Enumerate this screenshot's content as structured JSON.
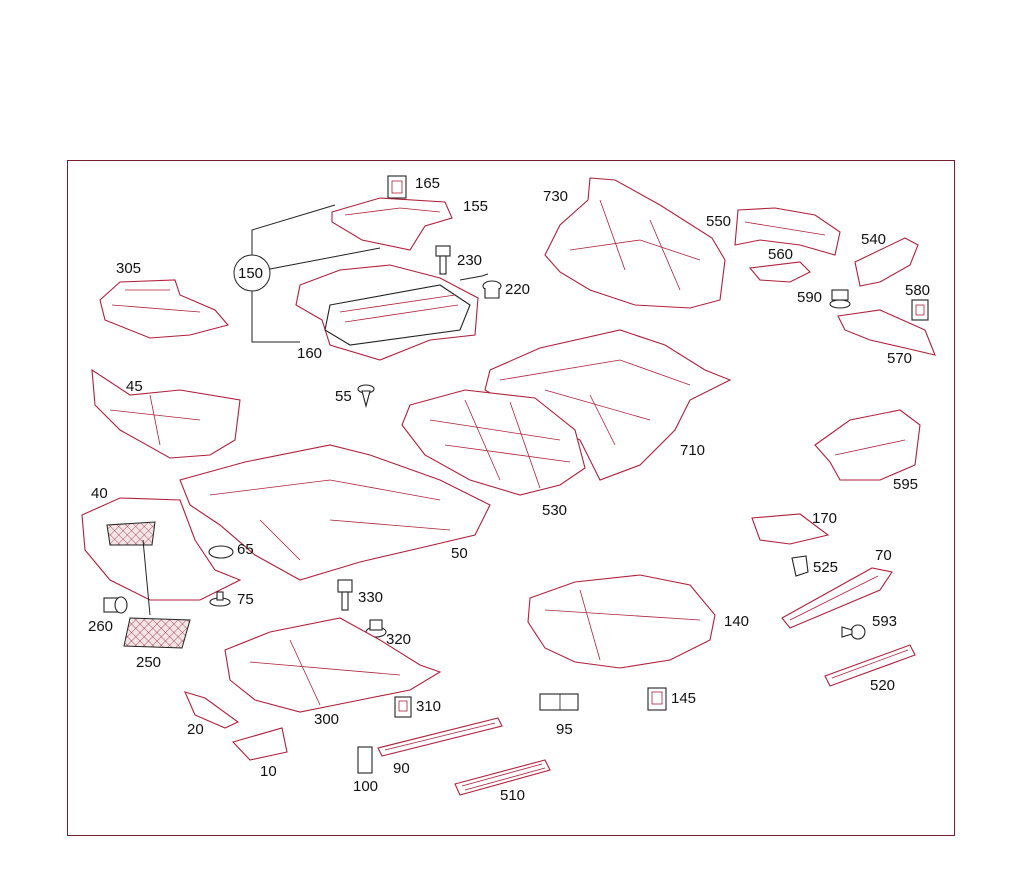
{
  "diagram": {
    "callouts": [
      "165",
      "155",
      "150",
      "230",
      "220",
      "160",
      "305",
      "45",
      "55",
      "730",
      "550",
      "560",
      "540",
      "590",
      "580",
      "570",
      "710",
      "595",
      "530",
      "50",
      "40",
      "65",
      "75",
      "260",
      "250",
      "330",
      "320",
      "300",
      "310",
      "20",
      "10",
      "100",
      "90",
      "95",
      "145",
      "510",
      "140",
      "170",
      "525",
      "70",
      "593",
      "520"
    ]
  },
  "colors": {
    "frame": "#7a1f2e",
    "part_line": "#b0203a",
    "text": "#111111"
  }
}
